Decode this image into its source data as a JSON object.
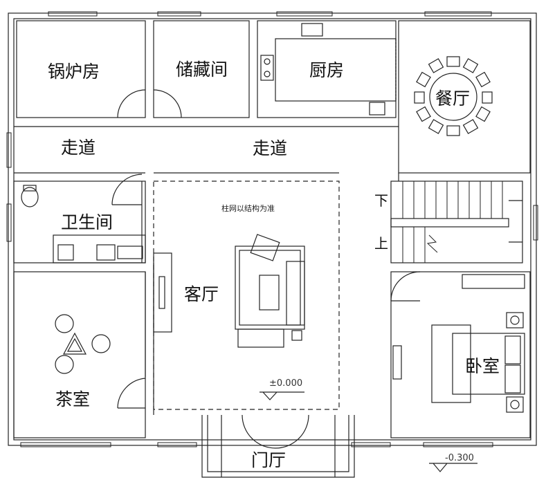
{
  "rooms": {
    "boiler_room": "锅炉房",
    "storage_room": "储藏间",
    "kitchen": "厨房",
    "dining_room": "餐厅",
    "corridor_left": "走道",
    "corridor_right": "走道",
    "bathroom": "卫生间",
    "living_room": "客厅",
    "tea_room": "茶室",
    "bedroom": "卧室",
    "entrance_hall": "门厅"
  },
  "stairs": {
    "down": "下",
    "up": "上"
  },
  "notes": {
    "column_grid": "柱网以结构为准"
  },
  "elevations": {
    "main_floor": "±0.000",
    "outside": "-0.300"
  }
}
